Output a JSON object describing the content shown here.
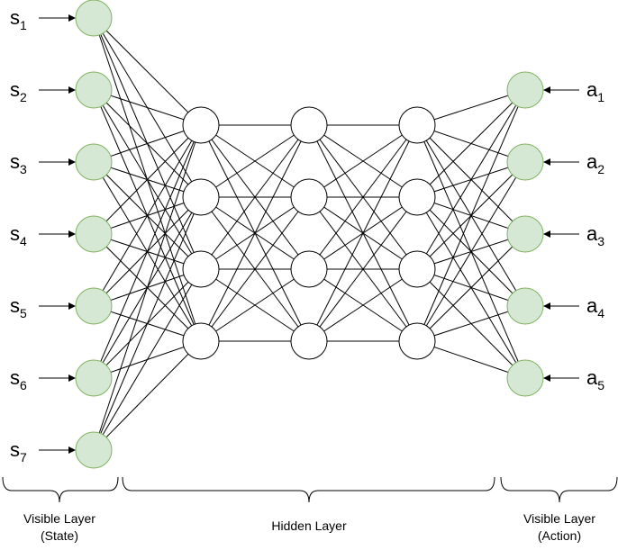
{
  "colors": {
    "visible_fill": "#d5e8d4",
    "visible_stroke": "#82b366",
    "hidden_fill": "#ffffff",
    "hidden_stroke": "#000000",
    "line": "#000000"
  },
  "state_inputs": [
    {
      "base": "s",
      "sub": "1"
    },
    {
      "base": "s",
      "sub": "2"
    },
    {
      "base": "s",
      "sub": "3"
    },
    {
      "base": "s",
      "sub": "4"
    },
    {
      "base": "s",
      "sub": "5"
    },
    {
      "base": "s",
      "sub": "6"
    },
    {
      "base": "s",
      "sub": "7"
    }
  ],
  "action_inputs": [
    {
      "base": "a",
      "sub": "1"
    },
    {
      "base": "a",
      "sub": "2"
    },
    {
      "base": "a",
      "sub": "3"
    },
    {
      "base": "a",
      "sub": "4"
    },
    {
      "base": "a",
      "sub": "5"
    }
  ],
  "hidden_layers": [
    4,
    4,
    4
  ],
  "captions": {
    "visible_state_line1": "Visible Layer",
    "visible_state_line2": "(State)",
    "hidden": "Hidden Layer",
    "visible_action_line1": "Visible Layer",
    "visible_action_line2": "(Action)"
  }
}
